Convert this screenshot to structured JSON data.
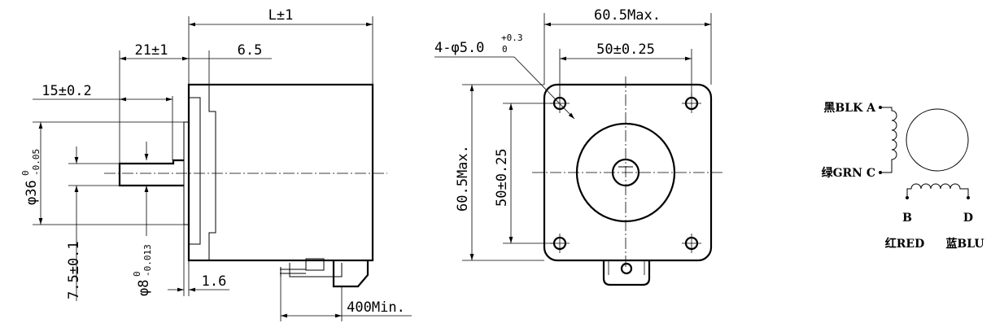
{
  "side_view": {
    "length": "L±1",
    "shaft_length": "21±1",
    "boss_depth": "6.5",
    "flat_length": "15±0.2",
    "boss_diameter": {
      "prefix": "φ36",
      "upper": "0",
      "lower": "-0.05"
    },
    "flat_height": "7.5±0.1",
    "shaft_diameter": {
      "prefix": "φ8",
      "upper": "0",
      "lower": "-0.013"
    },
    "boss_thickness": "1.6",
    "lead_length": "400Min."
  },
  "front_view": {
    "mount_holes": {
      "prefix": "4-φ5.0",
      "upper": "+0.3",
      "lower": "0"
    },
    "max_width": "60.5Max.",
    "hole_pitch_h": "50±0.25",
    "max_height": "60.5Max.",
    "hole_pitch_v": "50±0.25"
  },
  "wiring": {
    "a": "黑BLK A",
    "c": "绿GRN C",
    "b": "B",
    "d": "D",
    "b_color": "红RED",
    "d_color": "蓝BLU"
  }
}
